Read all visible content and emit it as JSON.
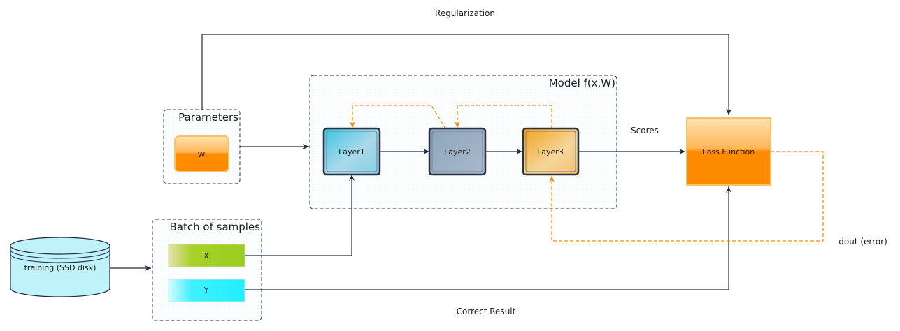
{
  "labels": {
    "regularization": "Regularization",
    "model": "Model f(x,W)",
    "parameters": "Parameters",
    "w": "W",
    "layer1": "Layer1",
    "layer2": "Layer2",
    "layer3": "Layer3",
    "scores": "Scores",
    "loss": "Loss Function",
    "batch": "Batch of samples",
    "x": "X",
    "y": "Y",
    "disk": "training (SSD disk)",
    "correct": "Correct Result",
    "dout": "dout (error)"
  },
  "colors": {
    "edge": "#1e2b44",
    "feedback": "#f08c00",
    "group_border": "#2a3a55",
    "layer1": "#5fc8dc",
    "layer2": "#9fb1c6",
    "layer3": "#f2a220",
    "loss": "#ff8c00",
    "w": "#ff8c00",
    "x": "#9acd1e",
    "y": "#22eeff",
    "disk": "#bff3f9"
  }
}
